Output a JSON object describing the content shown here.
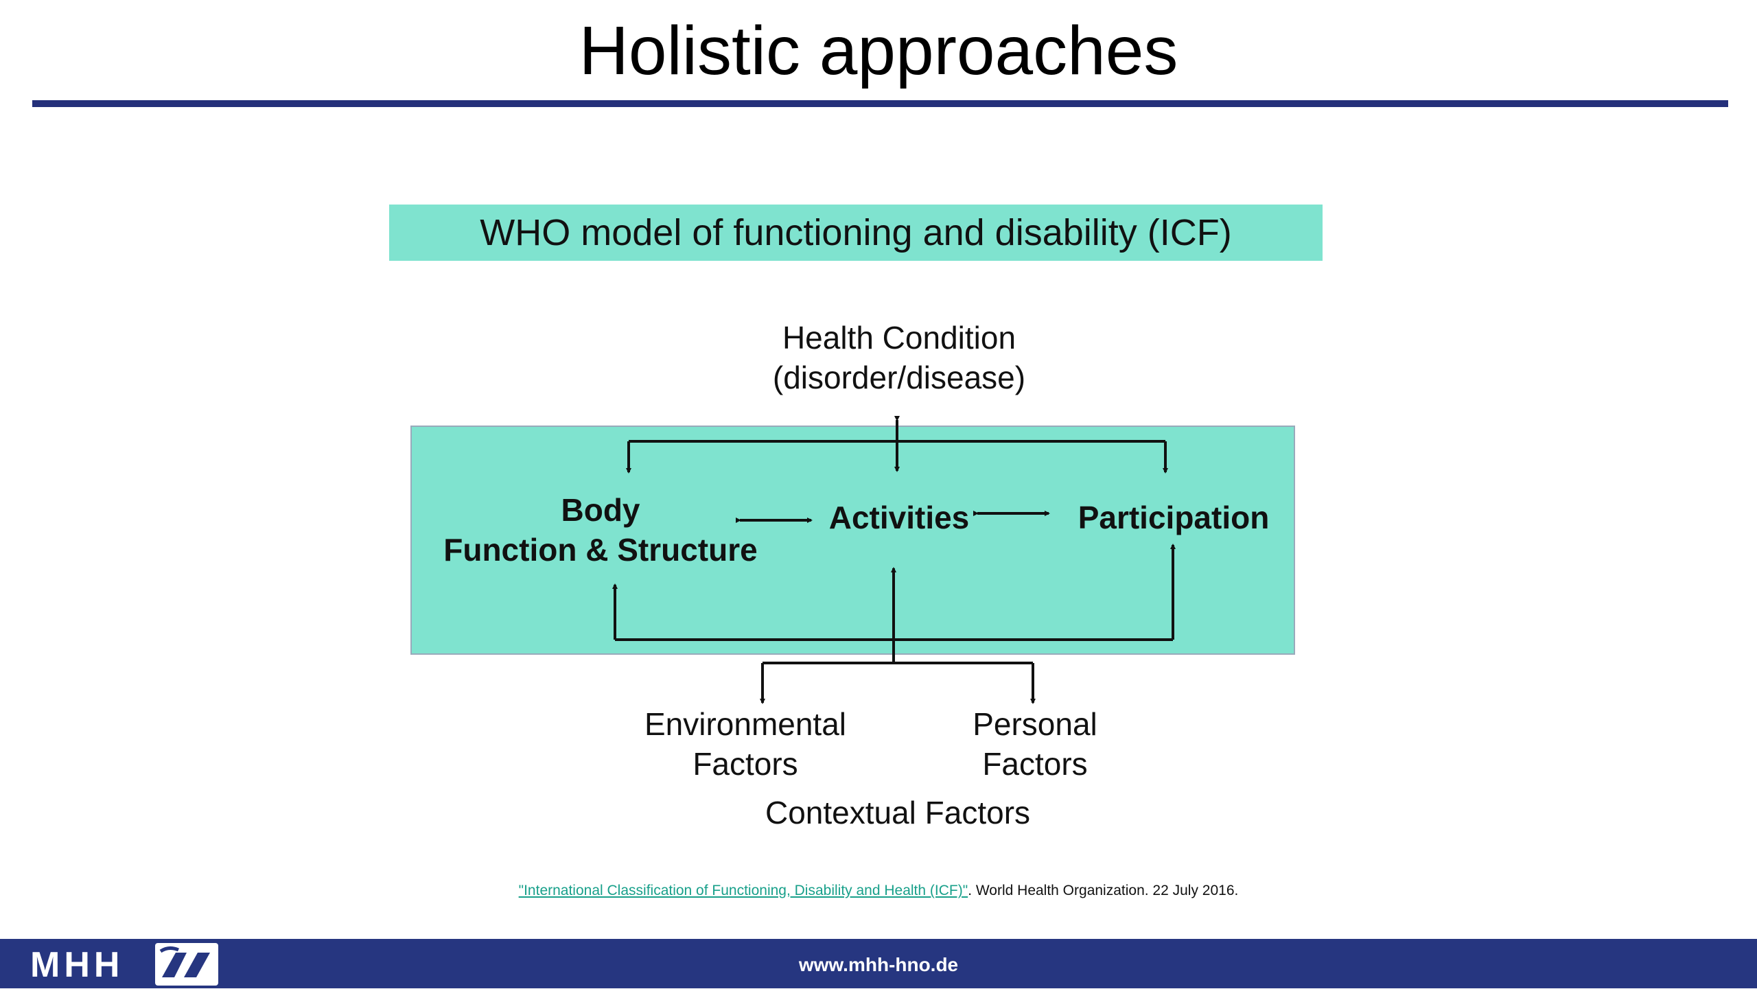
{
  "slide": {
    "title": "Holistic approaches"
  },
  "diagram": {
    "banner": "WHO model of functioning and disability (ICF)",
    "health_condition_line1": "Health Condition",
    "health_condition_line2": "(disorder/disease)",
    "body_line1": "Body",
    "body_line2": "Function & Structure",
    "activities": "Activities",
    "participation": "Participation",
    "environmental_line1": "Environmental",
    "environmental_line2": "Factors",
    "personal_line1": "Personal",
    "personal_line2": "Factors",
    "contextual": "Contextual Factors",
    "box_color": "#7fe3cf"
  },
  "citation": {
    "link_text": "\"International Classification of Functioning, Disability and Health (ICF)\"",
    "rest": ". World Health Organization. 22 July 2016."
  },
  "footer": {
    "url": "www.mhh-hno.de",
    "logo_text": "MHH",
    "bar_color": "#263680"
  }
}
